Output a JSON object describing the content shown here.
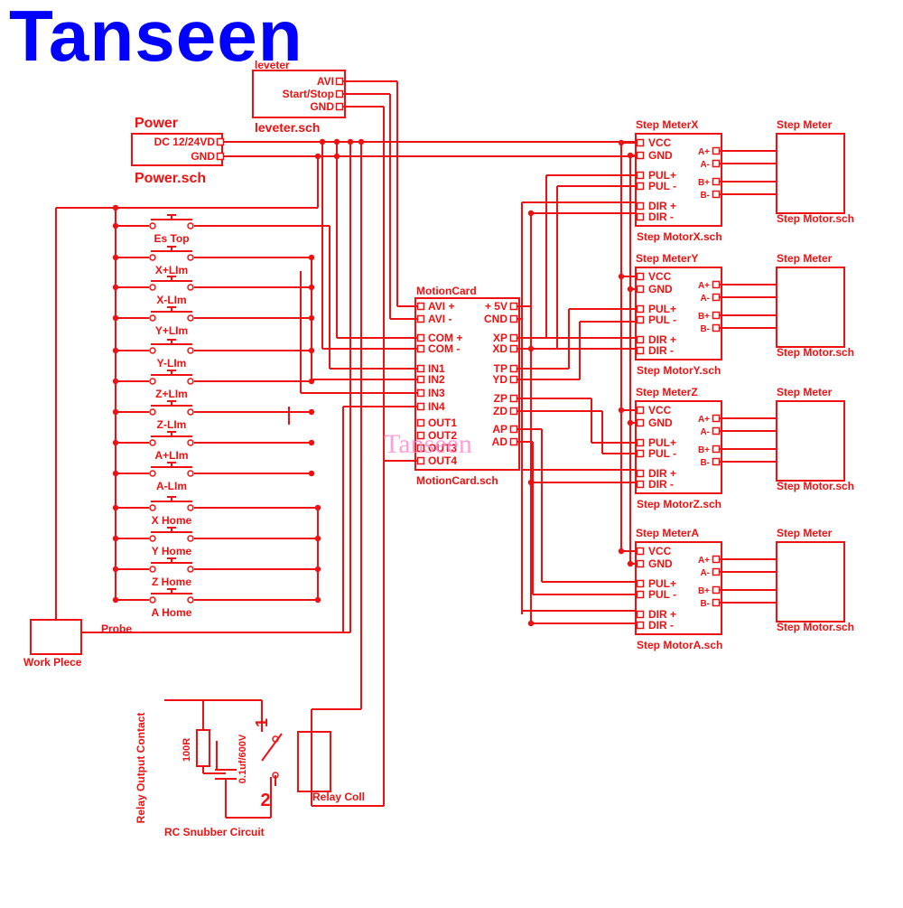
{
  "brand": "Tanseen",
  "watermark": "Tanseen",
  "colors": {
    "wire": "#ee1111",
    "brand": "#0000ff",
    "watermark": "#ff8fd0"
  },
  "leveter": {
    "pins": [
      "AVI",
      "Start/Stop",
      "GND"
    ],
    "file": "leveter.sch",
    "top_label": "leveter"
  },
  "power": {
    "name": "Power",
    "pins": [
      "DC 12/24VD",
      "GND"
    ],
    "file": "Power.sch"
  },
  "switches": [
    "Es Top",
    "X+LIm",
    "X-LIm",
    "Y+LIm",
    "Y-LIm",
    "Z+LIm",
    "Z-LIm",
    "A+LIm",
    "A-LIm",
    "X Home",
    "Y Home",
    "Z Home",
    "A Home"
  ],
  "motion_card": {
    "name": "MotionCard",
    "file": "MotionCard.sch",
    "left_pins": [
      "AVI +",
      "AVI -",
      "COM +",
      "COM -",
      "IN1",
      "IN2",
      "IN3",
      "IN4",
      "OUT1",
      "OUT2",
      "OUT3",
      "OUT4"
    ],
    "right_pins": [
      "+ 5V",
      "CND",
      "XP",
      "XD",
      "TP",
      "YD",
      "ZP",
      "ZD",
      "AP",
      "AD"
    ]
  },
  "drivers": [
    {
      "name": "Step MeterX",
      "file": "Step MotorX.sch"
    },
    {
      "name": "Step MeterY",
      "file": "Step MotorY.sch"
    },
    {
      "name": "Step MeterZ",
      "file": "Step MotorZ.sch"
    },
    {
      "name": "Step MeterA",
      "file": "Step MotorA.sch"
    }
  ],
  "driver_left_pins": [
    "VCC",
    "GND",
    "PUL+",
    "PUL -",
    "DIR +",
    "DIR -"
  ],
  "driver_right_pins": [
    "A+",
    "A-",
    "B+",
    "B-"
  ],
  "motor": {
    "name": "Step Meter",
    "file": "Step Motor.sch"
  },
  "work_piece": "Work Plece",
  "probe": "Probe",
  "relay": {
    "output_contact": "Relay Output Contact",
    "resistor": "100R",
    "capacitor": "0.1uf/600V",
    "pin1": "1",
    "pin2": "2",
    "snubber": "RC Snubber Circuit",
    "coil": "Relay Coll"
  }
}
